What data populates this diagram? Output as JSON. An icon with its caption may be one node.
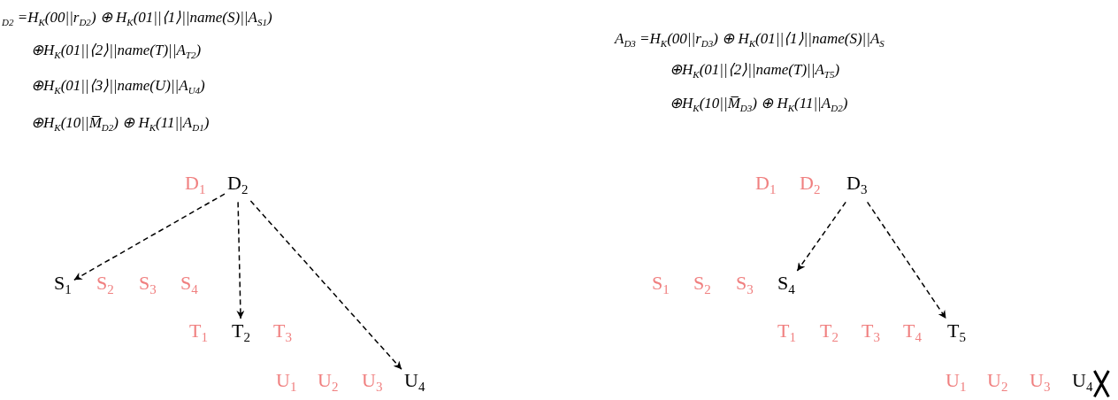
{
  "diagram": {
    "nodes": [
      {
        "text": [
          "D$_{1}$"
        ]
      },
      {
        "text": [
          "D$_{2}$"
        ]
      },
      {
        "text": [
          "S$_{1}$"
        ]
      },
      {
        "text": [
          "S$_{2}$"
        ]
      },
      {
        "text": [
          "S$_{3}$"
        ]
      },
      {
        "text": [
          "S$_{4}$"
        ]
      },
      {
        "text": [
          "T$_{1}$"
        ]
      },
      {
        "text": [
          "T$_{2}$"
        ]
      },
      {
        "text": [
          "T$_{3}$"
        ]
      },
      {
        "text": [
          "U$_{1}$"
        ]
      },
      {
        "text": [
          "U$_{2}$"
        ]
      },
      {
        "text": [
          "U$_{3}$"
        ]
      },
      {
        "text": [
          "U$_{4}$"
        ]
      },
      {
        "text": [
          "D$_{1}$"
        ]
      },
      {
        "text": [
          "D$_{2}$"
        ]
      },
      {
        "text": [
          "D$_{3}$"
        ]
      },
      {
        "text": [
          "S$_{1}$"
        ]
      },
      {
        "text": [
          "S$_{2}$"
        ]
      },
      {
        "text": [
          "S$_{3}$"
        ]
      },
      {
        "text": [
          "S$_{4}$"
        ]
      },
      {
        "text": [
          "T$_{1}$"
        ]
      },
      {
        "text": [
          "T$_{2}$"
        ]
      },
      {
        "text": [
          "T$_{3}$"
        ]
      },
      {
        "text": [
          "T$_{4}$"
        ]
      },
      {
        "text": [
          "T$_{5}$"
        ]
      },
      {
        "text": [
          "U$_{1}$"
        ]
      },
      {
        "text": [
          "U$_{2}$"
        ]
      },
      {
        "text": [
          "U$_{3}$"
        ]
      },
      {
        "text": [
          "U$_{4}$"
        ]
      }
    ],
    "edges": [
      {
        "from": 1,
        "to": 2,
        "arrow": "to",
        "style": "dashed"
      },
      {
        "from": 1,
        "to": 7,
        "arrow": "to",
        "style": "dashed"
      },
      {
        "from": 1,
        "to": 12,
        "arrow": "to",
        "style": "dashed"
      },
      {
        "from": 15,
        "to": 19,
        "arrow": "to",
        "style": "dashed"
      },
      {
        "from": 15,
        "to": 24,
        "arrow": "to",
        "style": "dashed"
      }
    ],
    "labels": [
      "$_{D2}$ =H$_{K}$(00||r$_{D2}$) ⊕ H$_{K}$(01||⟨1⟩||name(S)||A$_{S1}$)",
      "⊕H$_{K}$(01||⟨2⟩||name(T)||A$_{T2}$)",
      "⊕H$_{K}$(01||⟨3⟩||name(U)||A$_{U4}$)",
      "⊕H$_{K}$(10||M̅$_{D2}$) ⊕ H$_{K}$(11||A$_{D1}$)",
      "A$_{D3}$ =H$_{K}$(00||r$_{D3}$) ⊕ H$_{K}$(01||⟨1⟩||name(S)||A$_{S}$",
      "⊕H$_{K}$(01||⟨2⟩||name(T)||A$_{T5}$)",
      "⊕H$_{K}$(10||M̅$_{D3}$) ⊕ H$_{K}$(11||A$_{D2}$)"
    ]
  }
}
